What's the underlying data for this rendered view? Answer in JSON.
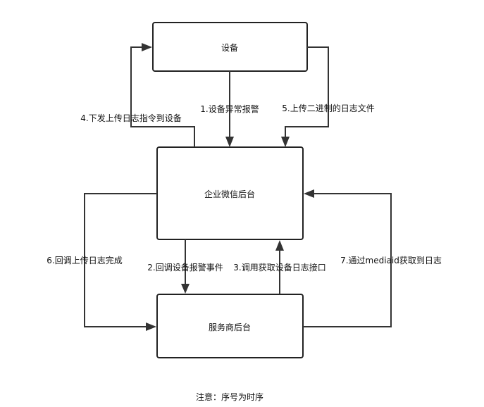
{
  "nodes": {
    "device": {
      "label": "设备"
    },
    "wecom_backend": {
      "label": "企业微信后台"
    },
    "provider_backend": {
      "label": "服务商后台"
    }
  },
  "edges": {
    "e1": {
      "label": "1.设备异常报警"
    },
    "e2": {
      "label": "2.回调设备报警事件"
    },
    "e3": {
      "label": "3.调用获取设备日志接口"
    },
    "e4": {
      "label": "4.下发上传日志指令到设备"
    },
    "e5": {
      "label": "5.上传二进制的日志文件"
    },
    "e6": {
      "label": "6.回调上传日志完成"
    },
    "e7": {
      "label": "7.通过mediaid获取到日志"
    }
  },
  "note": {
    "text": "注意：序号为时序"
  },
  "colors": {
    "stroke": "#333333",
    "text": "#111111",
    "background": "#ffffff"
  }
}
